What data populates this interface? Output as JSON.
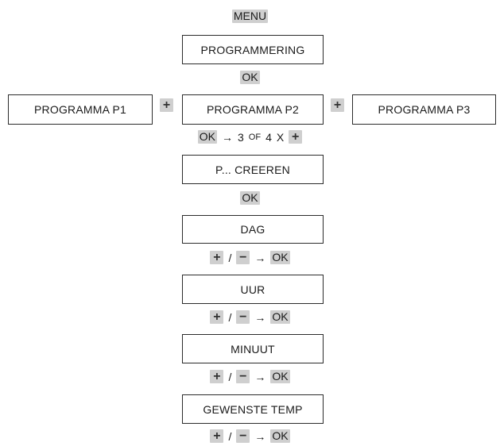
{
  "menu": {
    "title_key": "MENU",
    "programmering": "PROGRAMMERING",
    "ok_1": "OK"
  },
  "programs": {
    "p1": "PROGRAMMA P1",
    "p2": "PROGRAMMA P2",
    "p3": "PROGRAMMA P3",
    "plus_left": "+",
    "plus_right": "+"
  },
  "select_hint": {
    "ok": "OK",
    "arrow": "→",
    "count_a": "3",
    "of": "OF",
    "count_b": "4",
    "times": "X",
    "plus": "+"
  },
  "create": {
    "label": "P... CREEREN",
    "ok": "OK"
  },
  "steps": [
    {
      "label": "DAG",
      "plus": "+",
      "slash": "/",
      "minus": "−",
      "arrow": "→",
      "ok": "OK"
    },
    {
      "label": "UUR",
      "plus": "+",
      "slash": "/",
      "minus": "−",
      "arrow": "→",
      "ok": "OK"
    },
    {
      "label": "MINUUT",
      "plus": "+",
      "slash": "/",
      "minus": "−",
      "arrow": "→",
      "ok": "OK"
    },
    {
      "label": "GEWENSTE TEMP",
      "plus": "+",
      "slash": "/",
      "minus": "−",
      "arrow": "→",
      "ok": "OK"
    }
  ]
}
